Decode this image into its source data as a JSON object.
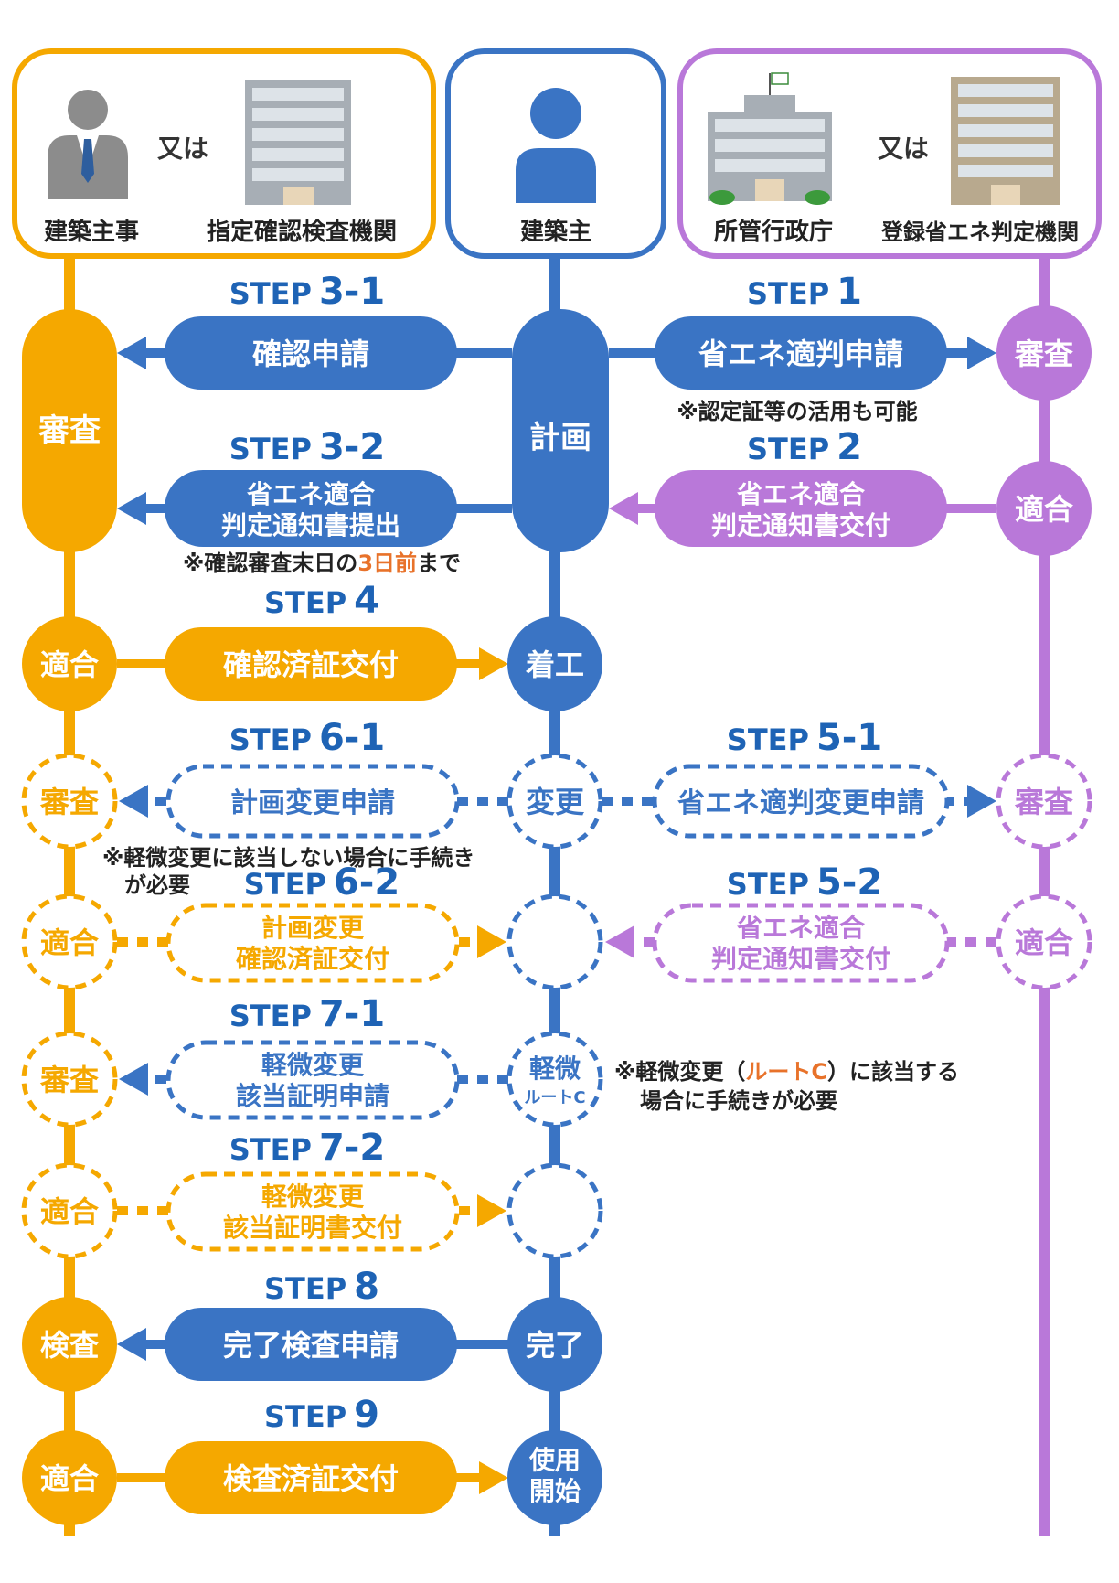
{
  "colors": {
    "orange": "#F5A800",
    "blue": "#3A74C4",
    "purple": "#B978D9",
    "step_label": "#1E63B5",
    "accent": "#E8722A",
    "building": "#9AA3AB"
  },
  "header": {
    "left": {
      "person_label": "建築主事",
      "or_text": "又は",
      "building_label": "指定確認検査機関"
    },
    "center": {
      "person_label": "建築主"
    },
    "right": {
      "building_label": "所管行政庁",
      "or_text": "又は",
      "building2_label": "登録省エネ判定機関"
    }
  },
  "nodes": {
    "left_review": "審査",
    "center_plan": "計画",
    "right_review": "審査",
    "right_conform": "適合",
    "left_conform_4": "適合",
    "center_start": "着工",
    "left_review_6": "審査",
    "center_change": "変更",
    "right_review_5": "審査",
    "left_conform_6": "適合",
    "right_conform_5": "適合",
    "left_review_7": "審査",
    "center_minor_1": "軽微",
    "center_minor_2": "ルートC",
    "left_conform_7": "適合",
    "left_inspect": "検査",
    "center_complete": "完了",
    "left_conform_9": "適合",
    "center_use_1": "使用",
    "center_use_2": "開始"
  },
  "steps": {
    "s1": {
      "label": "STEP",
      "num": "1",
      "text": "省エネ適判申請"
    },
    "s2": {
      "label": "STEP",
      "num": "2",
      "line1": "省エネ適合",
      "line2": "判定通知書交付"
    },
    "s31": {
      "label": "STEP",
      "num": "3-1",
      "text": "確認申請"
    },
    "s32": {
      "label": "STEP",
      "num": "3-2",
      "line1": "省エネ適合",
      "line2": "判定通知書提出"
    },
    "s4": {
      "label": "STEP",
      "num": "4",
      "text": "確認済証交付"
    },
    "s51": {
      "label": "STEP",
      "num": "5-1",
      "text": "省エネ適判変更申請"
    },
    "s52": {
      "label": "STEP",
      "num": "5-2",
      "line1": "省エネ適合",
      "line2": "判定通知書交付"
    },
    "s61": {
      "label": "STEP",
      "num": "6-1",
      "text": "計画変更申請"
    },
    "s62": {
      "label": "STEP",
      "num": "6-2",
      "line1": "計画変更",
      "line2": "確認済証交付"
    },
    "s71": {
      "label": "STEP",
      "num": "7-1",
      "line1": "軽微変更",
      "line2": "該当証明申請"
    },
    "s72": {
      "label": "STEP",
      "num": "7-2",
      "line1": "軽微変更",
      "line2": "該当証明書交付"
    },
    "s8": {
      "label": "STEP",
      "num": "8",
      "text": "完了検査申請"
    },
    "s9": {
      "label": "STEP",
      "num": "9",
      "text": "検査済証交付"
    }
  },
  "notes": {
    "n1": "※認定証等の活用も可能",
    "n2_pre": "※確認審査末日の",
    "n2_accent": "3日前",
    "n2_post": "まで",
    "n3_line1": "※軽微変更に該当しない場合に手続き",
    "n3_line2": "が必要",
    "n4_pre": "※軽微変更（",
    "n4_accent": "ルートC",
    "n4_post": "）に該当する",
    "n4_line2": "場合に手続きが必要"
  }
}
